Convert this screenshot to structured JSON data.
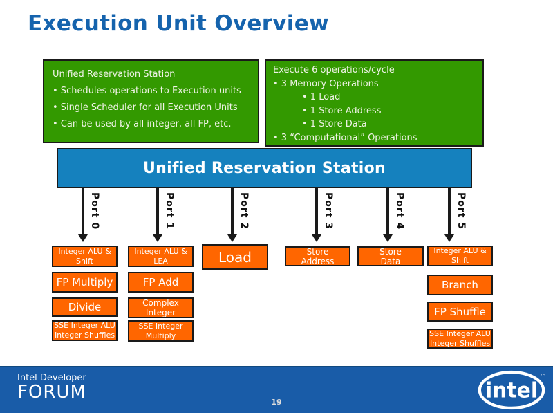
{
  "slide": {
    "title": "Execution Unit Overview",
    "page_number": "19"
  },
  "colors": {
    "title_blue": "#1563AD",
    "note_green": "#339900",
    "station_blue": "#1581BE",
    "unit_orange": "#FF6600",
    "footer_blue": "#195CA8",
    "border_dark": "#1A1A1A"
  },
  "left_note": {
    "heading": "Unified Reservation Station",
    "lines": [
      "• Schedules operations to Execution units",
      "• Single Scheduler for all Execution Units",
      "• Can be used by all integer, all FP, etc."
    ]
  },
  "right_note": {
    "heading": "Execute 6 operations/cycle",
    "lines": [
      "• 3 Memory Operations",
      "• 1 Load",
      "• 1 Store Address",
      "• 1 Store Data",
      "• 3 “Computational” Operations"
    ]
  },
  "station": {
    "label": "Unified Reservation Station"
  },
  "ports": [
    {
      "label": "Port 0"
    },
    {
      "label": "Port 1"
    },
    {
      "label": "Port 2"
    },
    {
      "label": "Port 3"
    },
    {
      "label": "Port 4"
    },
    {
      "label": "Port 5"
    }
  ],
  "units": {
    "p0": [
      {
        "lines": [
          "Integer ALU &",
          "Shift"
        ]
      },
      {
        "lines": [
          "FP Multiply"
        ]
      },
      {
        "lines": [
          "Divide"
        ]
      },
      {
        "lines": [
          "SSE Integer ALU",
          "Integer Shuffles"
        ]
      }
    ],
    "p1": [
      {
        "lines": [
          "Integer ALU &",
          "LEA"
        ]
      },
      {
        "lines": [
          "FP Add"
        ]
      },
      {
        "lines": [
          "Complex",
          "Integer"
        ]
      },
      {
        "lines": [
          "SSE Integer",
          "Multiply"
        ]
      }
    ],
    "p2": [
      {
        "lines": [
          "Load"
        ]
      }
    ],
    "p3": [
      {
        "lines": [
          "Store",
          "Address"
        ]
      }
    ],
    "p4": [
      {
        "lines": [
          "Store",
          "Data"
        ]
      }
    ],
    "p5": [
      {
        "lines": [
          "Integer ALU &",
          "Shift"
        ]
      },
      {
        "lines": [
          "Branch"
        ]
      },
      {
        "lines": [
          "FP Shuffle"
        ]
      },
      {
        "lines": [
          "SSE Integer ALU",
          "Integer Shuffles"
        ]
      }
    ]
  },
  "footer": {
    "brand_top": "Intel Developer",
    "brand_bottom": "FORUM",
    "intel_logo_text": "intel",
    "trademark": "™"
  }
}
